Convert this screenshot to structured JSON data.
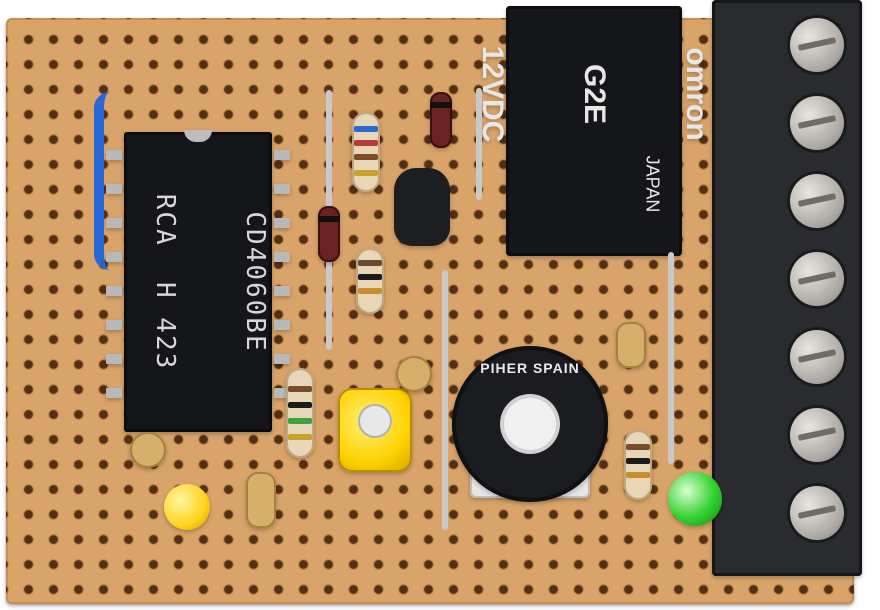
{
  "image": {
    "chip": {
      "text_line1": "CD4060BE",
      "text_line2": "RCA  H 423"
    },
    "relay": {
      "brand": "omron",
      "model": "G2E",
      "voltage": "12VDC",
      "origin": "JAPAN"
    },
    "potentiometer": {
      "label": "PIHER SPAIN"
    }
  },
  "colors": {
    "board": "#d9a46a",
    "holes": "#4a2a12",
    "chip": "#15161a",
    "relay": "#151619",
    "terminal": "#2a2b2f",
    "led_yellow": "#ffd41c",
    "led_green": "#33d12e",
    "wire_blue": "#2a67d6"
  }
}
